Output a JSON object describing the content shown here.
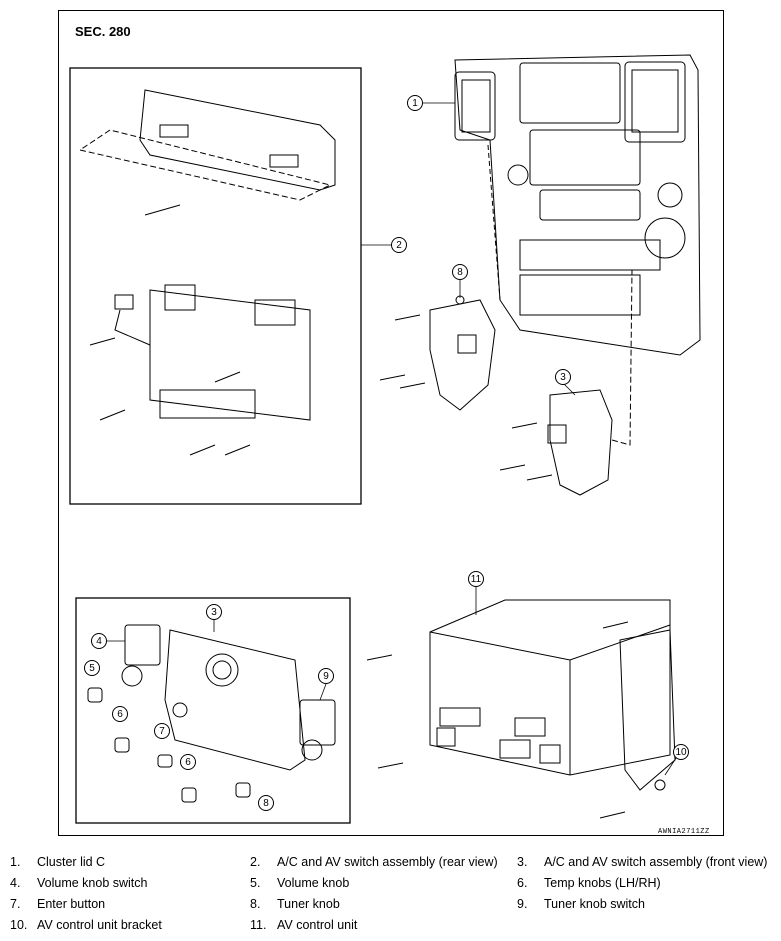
{
  "figure": {
    "section": "SEC. 280",
    "code": "AWNIA2711ZZ"
  },
  "callouts": {
    "c1": "1",
    "c2": "2",
    "c3a": "3",
    "c3b": "3",
    "c4": "4",
    "c5": "5",
    "c6a": "6",
    "c6b": "6",
    "c7": "7",
    "c8a": "8",
    "c8b": "8",
    "c9": "9",
    "c10": "10",
    "c11": "11"
  },
  "legend": [
    {
      "num": "1.",
      "text": "Cluster lid C"
    },
    {
      "num": "2.",
      "text": "A/C and AV switch assembly (rear view)"
    },
    {
      "num": "3.",
      "text": "A/C and AV switch assembly (front view)"
    },
    {
      "num": "4.",
      "text": "Volume knob switch"
    },
    {
      "num": "5.",
      "text": "Volume knob"
    },
    {
      "num": "6.",
      "text": "Temp knobs (LH/RH)"
    },
    {
      "num": "7.",
      "text": "Enter button"
    },
    {
      "num": "8.",
      "text": "Tuner knob"
    },
    {
      "num": "9.",
      "text": "Tuner knob switch"
    },
    {
      "num": "10.",
      "text": "AV control unit bracket"
    },
    {
      "num": "11.",
      "text": "AV control unit"
    }
  ]
}
